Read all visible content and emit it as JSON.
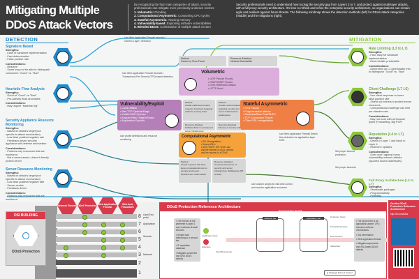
{
  "header": {
    "title_line1": "Mitigating Multiple",
    "title_line2": "DDoS Attack Vectors",
    "intro": "By recognizing the four main categories of attack, security professionals can mitigate even previously unknown vectors:",
    "categories": [
      {
        "name": "1. Volumetric:",
        "desc": "Flooding"
      },
      {
        "name": "2. Computational Asymmetric:",
        "desc": "Consuming CPU cycles"
      },
      {
        "name": "3. Stateful Asymmetric:",
        "desc": "Abusing memory"
      },
      {
        "name": "4. Vulnerability-based:",
        "desc": "Exploiting software vulnerabilities"
      },
      {
        "name": "5. Blended DDoS:",
        "desc": "Combination of multiple attack vectors"
      }
    ],
    "right_text": "Security professionals need to understand how to plug the security gap from Layers 3 to 7, and protect against multi-layer attacks, with a full proxy security architecture. It's time to rethink and refine the enterprise security architecture, so organizations can remain agile and resilient against future threats. The following mindmap shows the detection methods (left) for DDoS attack categories (middle) and the mitigations (right)."
  },
  "detection": {
    "heading": "DETECTION",
    "strengths_label": "Strengths:",
    "considerations_label": "Considerations:",
    "methods": [
      {
        "title": "Signature Based",
        "strengths": [
          "- Ease of hardware implementation",
          "- Fast determination",
          "- False positive rate"
        ],
        "considerations": [
          "- Reactive",
          "- Some may not be able to distinguish",
          "  consumers \"Good\" vs. \"Bad\""
        ]
      },
      {
        "title": "Heuristic Flow Analysis",
        "strengths": [
          "- Good at \"Good\" vs \"Bad\"",
          "- Pro-actively finds anomalies"
        ],
        "considerations": [
          "- May require \"baseline-ing\""
        ]
      },
      {
        "title": "Security Appliance Resource Monitoring",
        "strengths": [
          "- Based on attack's target (not",
          "  specific to attack mechanism)",
          "- Low false positive/negative rate",
          "- Feedback-driven security",
          "  appliance self-defense mechanism"
        ],
        "considerations": [
          "- Protects only resources that are",
          "  monitored",
          "- Not a server-aware, doesn't directly",
          "  protect server"
        ]
      },
      {
        "title": "Server Resource Monitoring",
        "strengths": [
          "- Based on attack's target (not",
          "  specific to attack mechanism)",
          "- Low false positive/negative rate",
          "- Server-centric",
          "- Feedback driven"
        ],
        "considerations": [
          "- Protects only resources that are",
          "  monitored"
        ]
      }
    ]
  },
  "mindmap_notes": [
    "Use Web Application Firewall heuristic / Generic Layer7 detection",
    "Use Web Application Firewall heuristic / Transactions Per Second (TPS) based detection",
    "Use profile definitions and resource monitoring",
    "Use Web Application Firewall Detect flow detection for application layer DOS",
    "Set proper timeout protection",
    "Set proper timeouts",
    "Use custom scripts for rate-limit control and monitor application resources"
  ],
  "attacks": {
    "volumetric": {
      "title": "Volumetric",
      "items": [
        "• UDP Packet Floods",
        "• ICMP/IGMP Floods",
        "• DNS Reflection Attack",
        "• HTTP flood"
      ],
      "method": "Method\nPacket or Flow Flood",
      "resource": "Resource Attacked\nNetwork Bandwidth"
    },
    "vulnerability": {
      "title": "Vulnerability/Exploit",
      "items": [
        "• LAND Attack",
        "• Bad TCP Options/Flags",
        "• Invalid DNS Queries",
        "• Apache Killer, RegExRedos",
        "• Application Exploits"
      ],
      "method": "Method\nCreate malformed content requests & packets targeting software security holes",
      "method2": "Method\nCreate content requests targeting security and server infrastructure weaknesses",
      "resource": "Resource Attacked\nSoftware flaws in security and server infrastructure",
      "resource2": "Resource Attacked\nMemory of security and server infrastructure"
    },
    "stateful": {
      "title": "Stateful Asymmetric",
      "items": [
        "• SYN Floods",
        "• Fragmentation attacks",
        "• Slowloris/Slow Post/RUDY",
        "• TCP Connection Floods",
        "• Client SSL renegotiation"
      ]
    },
    "computational": {
      "title": "Computational Asymmetric",
      "items": [
        "• SSL Renegotiation",
        "• Heavy URL's",
        "• DNS, SMTP, SIP: under-use",
        "  and the request of a tool, without",
        "  and the request of a DDoS"
      ],
      "method": "Method\nCreate requests that have large computational cost on security and server infrastructure under attack",
      "resource": "Resource Attacked\nCompute Resources of security and server infrastructure (Middleware DB, & Disk)"
    }
  },
  "mitigation": {
    "heading": "MITIGATION",
    "methods": [
      {
        "title": "Rate Limiting (L3 to L7)",
        "strengths": [
          "- Fast, easy for hardware",
          "  implementation",
          "- Deterministic predictable"
        ],
        "considerations": [
          "- Dependent on L4 pipe/header info",
          "  to distinguish \"Good\" vs. \"Bad\""
        ]
      },
      {
        "title": "Client Challenge (L7 L6)",
        "strengths": [
          "- Use client response to lower",
          "  false positive rate",
          "- Shield out botnets to protect server",
          "  resources",
          "- Computational challenge can limit",
          "  per attacker rate"
        ],
        "considerations": [
          "- May not work with all browser",
          "  types (Forwarding, Big POP)"
        ]
      },
      {
        "title": "Reputation (L4 to L7)",
        "strengths": [
          "- Detect in Layer 7 and block in",
          "  Layer 4",
          "- Real-time updates"
        ],
        "considerations": [
          "- Does won't against many",
          "  vulnerability network attacks",
          "  (spoofed source addresses)"
        ]
      },
      {
        "title": "Full Proxy Architecture (L3 to L7)",
        "strengths": [
          "- Stonewalls packages",
          "- Programmability",
          "- Flexibility"
        ],
        "considerations": []
      }
    ]
  },
  "osi": {
    "badge_title": "OSI BUILDING",
    "badge_label": "DDoS Protection",
    "columns": [
      "Network Firewall",
      "DDoS Protection",
      "Web Application Firewall",
      "Web Anti-Fraud/ADC"
    ],
    "floors": [
      "8",
      "7",
      "6",
      "5",
      "4",
      "3",
      "2",
      "1"
    ],
    "floor_labels": [
      "User/End point",
      "Application",
      "Session",
      "Network"
    ]
  },
  "reference": {
    "title": "DDoS Protection Reference Architecture",
    "left_notes": [
      "• The first tier at the perimeter is layer 3 and 4 network firewall services",
      "• Simple load balancing to a second tier",
      "• IP reputation database",
      "• Mitigates volumetric and DNS DDoS attacks"
    ],
    "right_notes": [
      "• The second tier is for application-aware, CPU-intensive defense mechanisms",
      "• SSL termination",
      "• Web application firewall",
      "• Mitigates asymmetric and SSL-based DDoS attacks"
    ],
    "nodes": [
      "Legitimate Users",
      "Attackers",
      "Scrubbing Center",
      "Network Tier",
      "Application Tier",
      "Next-Generation Firewall",
      "Customer Users",
      "Financial Services",
      "E-Commerce",
      "Subscriber"
    ],
    "legend": "Strategic Point of Control"
  },
  "promo": {
    "title": "Get the DDoS Protection Reference Architecture",
    "link": "http://f5.com/ddos"
  },
  "colors": {
    "header": "#3b3a3a",
    "detection": "#1e88c8",
    "mitigation": "#8dc63f",
    "volumetric": "#dcaedc",
    "vulnerability": "#b57fb8",
    "stateful": "#f07f45",
    "computational": "#f5a23a",
    "accent_red": "#d93a4b"
  }
}
